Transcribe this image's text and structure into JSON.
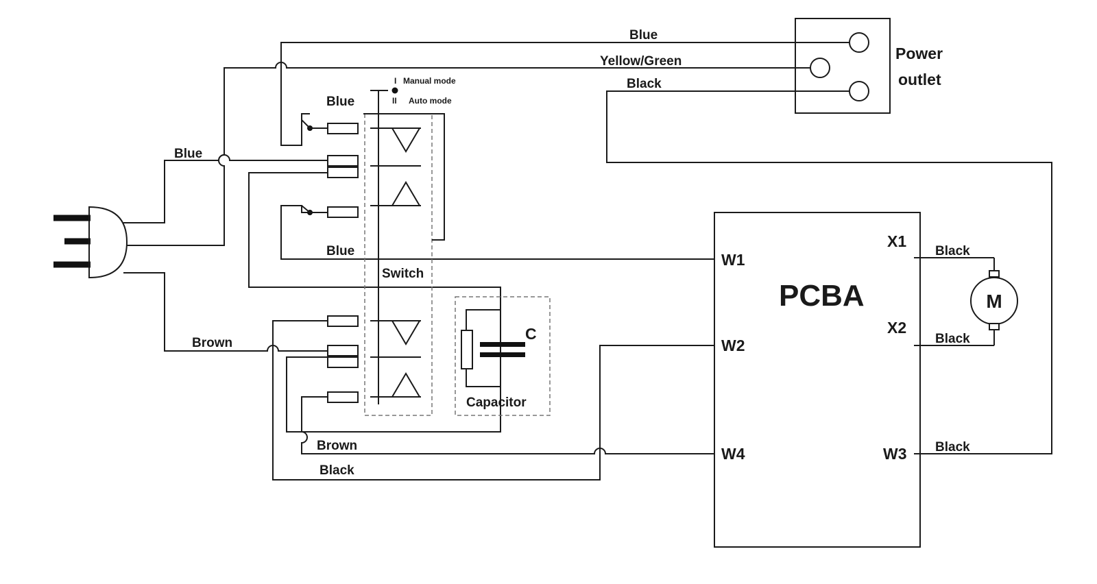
{
  "wires": {
    "top_blue": "Blue",
    "top_yellow_green": "Yellow/Green",
    "top_black": "Black",
    "plug_blue": "Blue",
    "switch_blue_top": "Blue",
    "switch_blue_w1": "Blue",
    "plug_brown": "Brown",
    "lower_brown": "Brown",
    "lower_black": "Black",
    "x1_black": "Black",
    "x2_black": "Black",
    "w3_black": "Black"
  },
  "power_outlet": {
    "line1": "Power",
    "line2": "outlet"
  },
  "switch": {
    "label": "Switch",
    "mode1_numeral": "I",
    "mode1_label": "Manual mode",
    "mode2_numeral": "II",
    "mode2_label": "Auto mode"
  },
  "capacitor": {
    "symbol": "C",
    "label": "Capacitor"
  },
  "pcba": {
    "title": "PCBA",
    "pins": {
      "w1": "W1",
      "w2": "W2",
      "w4": "W4",
      "w3": "W3",
      "x1": "X1",
      "x2": "X2"
    }
  },
  "motor": {
    "symbol": "M"
  }
}
